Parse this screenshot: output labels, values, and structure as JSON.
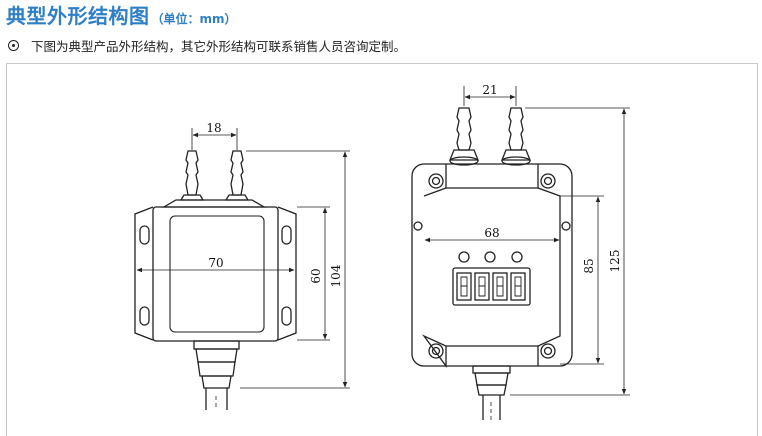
{
  "header": {
    "title": "典型外形结构图",
    "unit": "（单位：mm）"
  },
  "note": {
    "icon": "circle-dot-icon",
    "text": "下图为典型产品外形结构，其它外形结构可联系销售人员咨询定制。"
  },
  "left_view": {
    "dim_nozzle_spacing": "18",
    "dim_width": "70",
    "dim_body_height": "60",
    "dim_total_height": "104"
  },
  "right_view": {
    "dim_nozzle_spacing": "21",
    "dim_width": "68",
    "dim_body_height": "85",
    "dim_total_height": "125"
  },
  "colors": {
    "title": "#2f7fc6",
    "line": "#222222",
    "frame": "#c9c9c9"
  }
}
